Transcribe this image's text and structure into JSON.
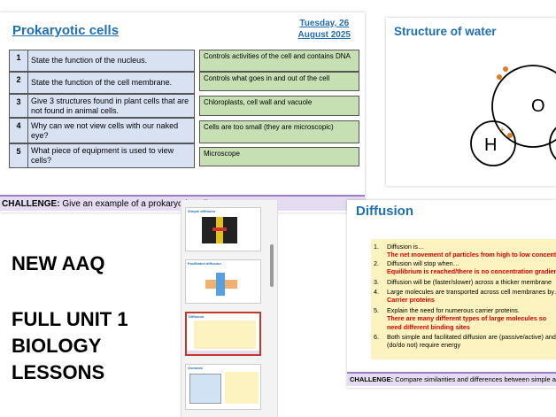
{
  "slide1": {
    "title": "Prokaryotic cells",
    "date_line1": "Tuesday, 26",
    "date_line2": "August 2025",
    "rows": [
      {
        "num": "1",
        "question": "State the function of the nucleus.",
        "answer": "Controls activities of the cell and contains DNA"
      },
      {
        "num": "2",
        "question": "State the function of the cell membrane.",
        "answer": "Controls what goes in and out of the cell"
      },
      {
        "num": "3",
        "question": "Give 3 structures found in plant cells that are not found in animal cells.",
        "answer": "Chloroplasts, cell wall and vacuole"
      },
      {
        "num": "4",
        "question": "Why can we not view cells with our naked eye?",
        "answer": "Cells are too small (they are microscopic)"
      },
      {
        "num": "5",
        "question": "What piece of equipment is used to view cells?",
        "answer": "Microscope"
      }
    ],
    "challenge_label": "CHALLENGE:",
    "challenge_text": " Give an example of a prokaryotic cell"
  },
  "slide2": {
    "title": "Structure of water",
    "atom_o": "O",
    "atom_h": "H",
    "charge": "+"
  },
  "headline": {
    "line1": "NEW AAQ",
    "line2a": "FULL UNIT 1",
    "line2b": "BIOLOGY",
    "line2c": "LESSONS"
  },
  "thumbnails": [
    {
      "title": "Simple diffusion"
    },
    {
      "title": "Facilitated diffusion"
    },
    {
      "title": "Diffusion",
      "selected": true
    },
    {
      "title": "Osmosis"
    }
  ],
  "slide3": {
    "title": "Diffusion",
    "items": [
      {
        "num": "1.",
        "text": "Diffusion is…",
        "answer": "The net movement of particles from high to low concentration"
      },
      {
        "num": "2.",
        "text": "Diffusion will stop when…",
        "answer": "Equilibrium is reached/there is no concentration gradient"
      },
      {
        "num": "3.",
        "text": "Diffusion will be (faster/slower) across a thicker membrane"
      },
      {
        "num": "4.",
        "text": "Large molecules are transported across cell membranes by…",
        "answer": "Carrier proteins"
      },
      {
        "num": "5.",
        "text": "Explain the need for numerous carrier proteins.",
        "answer": "There are many different types of large molecules so need different binding sites"
      },
      {
        "num": "6.",
        "text": "Both simple and facilitated diffusion are (passive/active) and",
        "text2": "(do/do not) require energy"
      }
    ],
    "challenge_label": "CHALLENGE:",
    "challenge_text": " Compare similarities and differences between simple and facilitated diffusion"
  },
  "colors": {
    "title_blue": "#1f6fb5",
    "question_bg": "#d9e2f3",
    "answer_bg": "#c6e0b4",
    "challenge_bg": "#e6dcf2",
    "answer_red": "#e00000",
    "box_yellow": "#fdf3c0",
    "orange_dot": "#e07b20"
  }
}
